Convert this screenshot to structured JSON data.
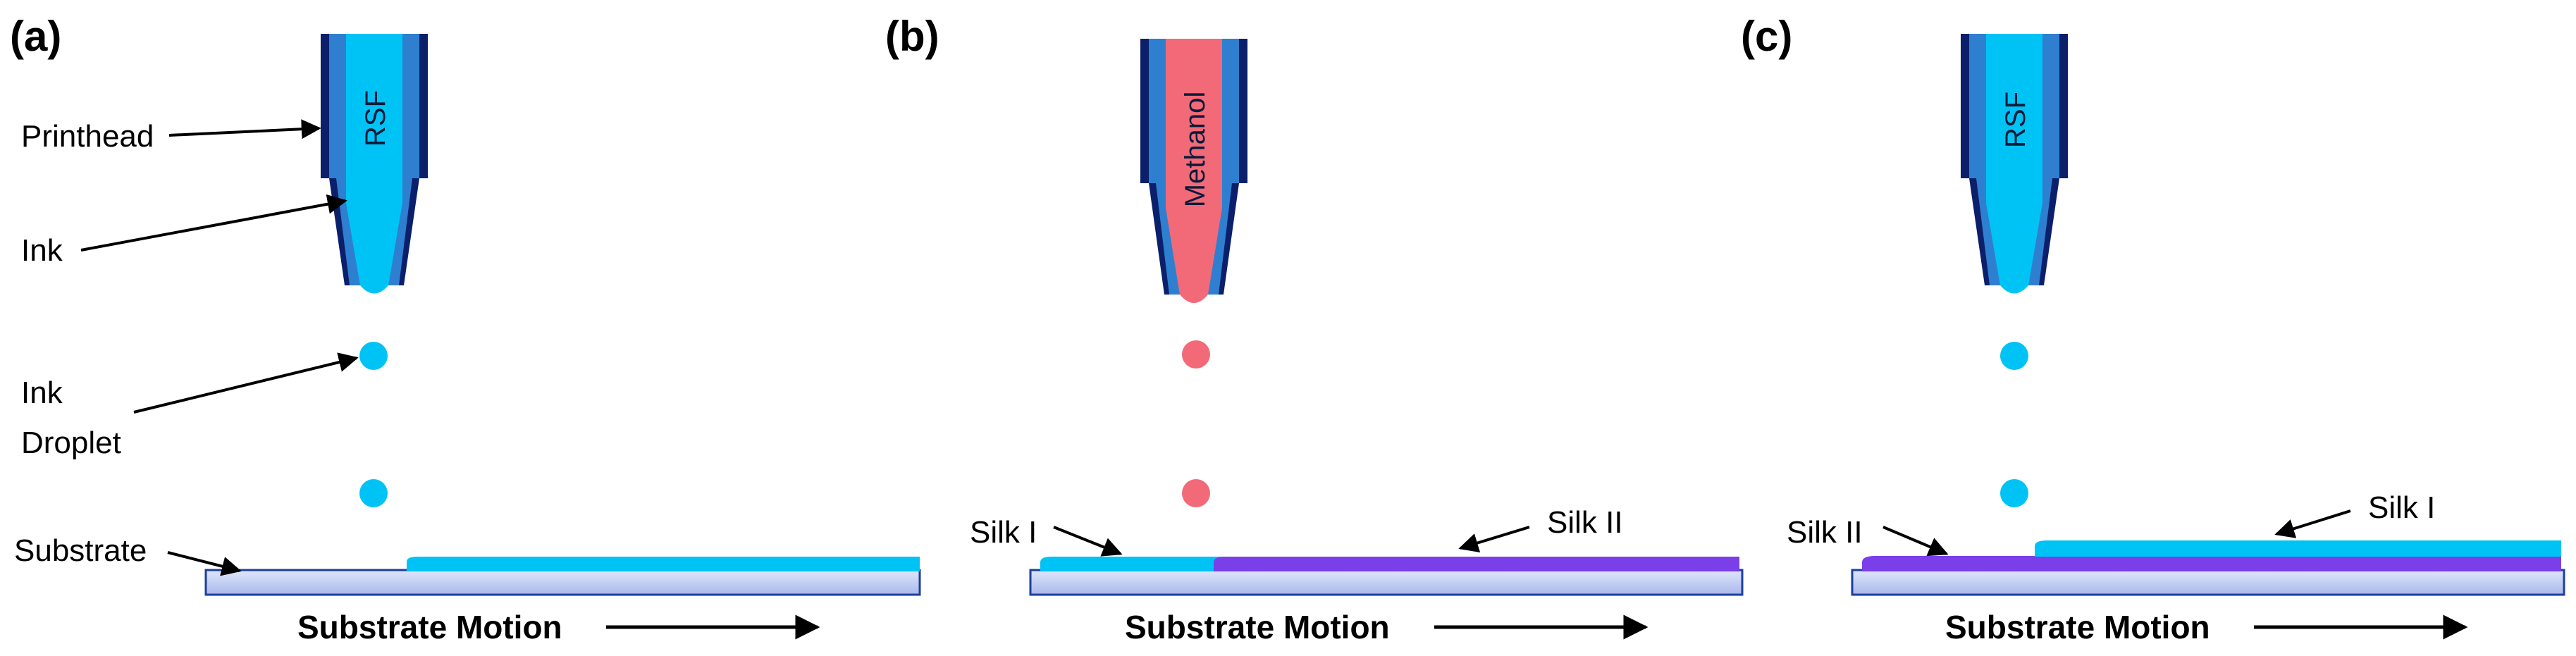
{
  "colors": {
    "head_outer": "#0b1f6b",
    "head_body": "#2f7fd0",
    "ink_rsf": "#00c3f5",
    "ink_methanol": "#f26a78",
    "silk_ii": "#7a3fe8",
    "substrate_top": "#dfe6fb",
    "substrate_bottom": "#aab8ec",
    "substrate_edge": "#1c3f9c"
  },
  "panels": [
    {
      "label": "(a)",
      "ink_label": "RSF",
      "callouts": [
        "Printhead",
        "Ink",
        "Ink",
        "Droplet",
        "Substrate"
      ],
      "motion": "Substrate Motion"
    },
    {
      "label": "(b)",
      "ink_label": "Methanol",
      "callouts": [
        "Silk I",
        "Silk II"
      ],
      "motion": "Substrate Motion"
    },
    {
      "label": "(c)",
      "ink_label": "RSF",
      "callouts": [
        "Silk II",
        "Silk I"
      ],
      "motion": "Substrate Motion"
    }
  ]
}
